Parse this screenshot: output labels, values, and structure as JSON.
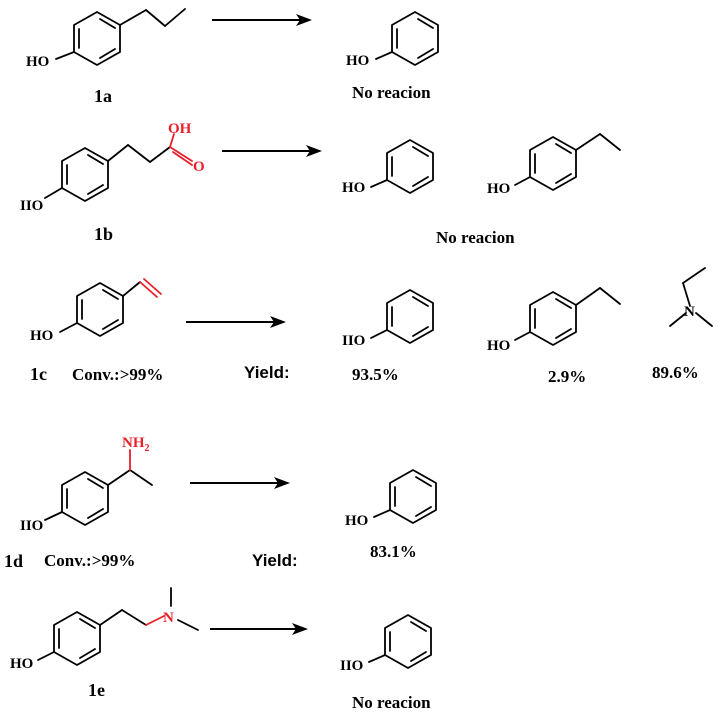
{
  "reactions": [
    {
      "id": "1a",
      "label": "1a",
      "conversion": "",
      "yield_label": "",
      "products": [
        {
          "name": "phenol",
          "yield": ""
        }
      ],
      "note": "No reacion"
    },
    {
      "id": "1b",
      "label": "1b",
      "conversion": "",
      "yield_label": "",
      "products": [
        {
          "name": "phenol",
          "yield": ""
        },
        {
          "name": "4-ethylphenol",
          "yield": ""
        }
      ],
      "note": "No reacion"
    },
    {
      "id": "1c",
      "label": "1c",
      "conversion": "Conv.:>99%",
      "yield_label": "Yield:",
      "products": [
        {
          "name": "phenol",
          "yield": "93.5%"
        },
        {
          "name": "4-ethylphenol",
          "yield": "2.9%"
        },
        {
          "name": "N,N-dimethylethylamine",
          "yield": "89.6%"
        }
      ],
      "note": ""
    },
    {
      "id": "1d",
      "label": "1d",
      "conversion": "Conv.:>99%",
      "yield_label": "Yield:",
      "products": [
        {
          "name": "phenol",
          "yield": "83.1%"
        }
      ],
      "note": ""
    },
    {
      "id": "1e",
      "label": "1e",
      "conversion": "",
      "yield_label": "",
      "products": [
        {
          "name": "phenol",
          "yield": ""
        }
      ],
      "note": "No reacion"
    }
  ],
  "atoms": {
    "ho": "HO",
    "ho_alt": "IIO",
    "oh": "OH",
    "o": "O",
    "n": "N",
    "nh": "NH",
    "nh_sub": "2"
  },
  "colors": {
    "bond": "#000000",
    "heteroatom_highlight": "#e8202a"
  }
}
